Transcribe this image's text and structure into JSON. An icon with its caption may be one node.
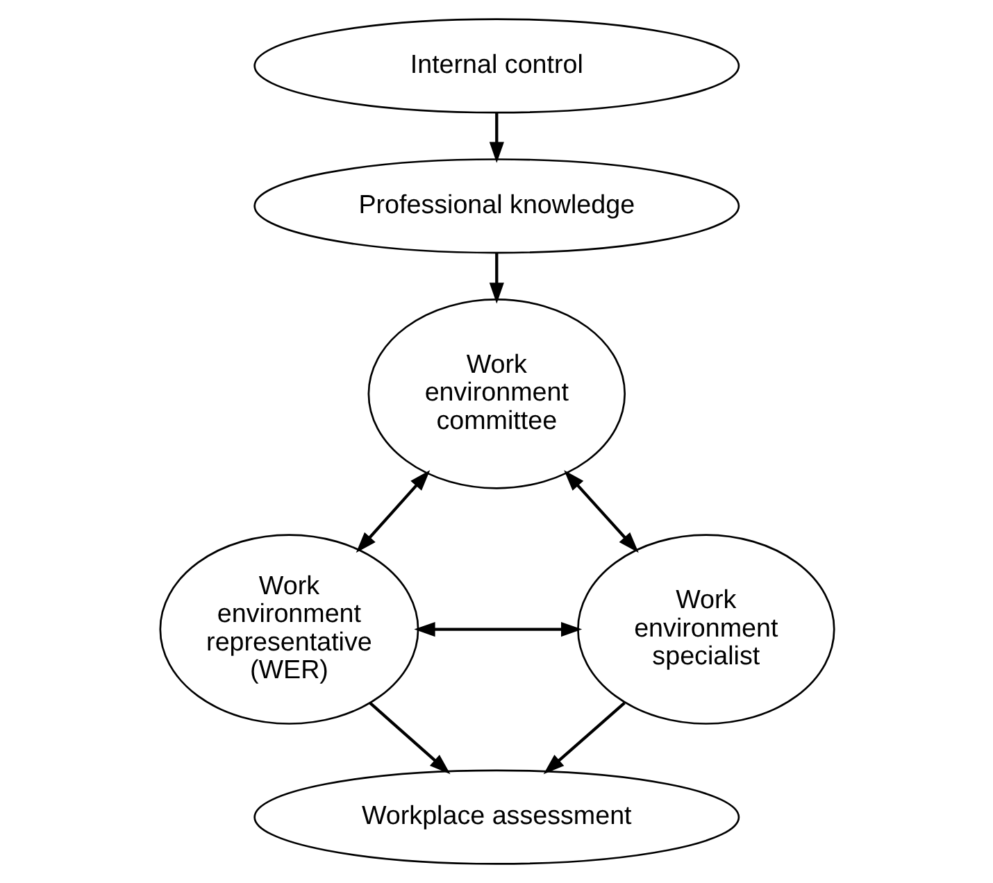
{
  "diagram": {
    "nodes": [
      {
        "text": [
          "Internal control"
        ]
      },
      {
        "text": [
          "Professional knowledge"
        ]
      },
      {
        "text": [
          "Work environment committee"
        ]
      },
      {
        "text": [
          "Work environment representative (WER)"
        ]
      },
      {
        "text": [
          "Work environment specialist"
        ]
      },
      {
        "text": [
          "Workplace assessment"
        ]
      }
    ],
    "edges": [
      {
        "from": 0,
        "to": 1,
        "arrow": "to"
      },
      {
        "from": 1,
        "to": 2,
        "arrow": "to"
      },
      {
        "from": 3,
        "to": 2,
        "arrow": "both"
      },
      {
        "from": 2,
        "to": 4,
        "arrow": "both"
      },
      {
        "from": 3,
        "to": 4,
        "arrow": "both"
      },
      {
        "from": 4,
        "to": 5,
        "arrow": "to"
      },
      {
        "from": 3,
        "to": 5,
        "arrow": "to"
      }
    ]
  }
}
